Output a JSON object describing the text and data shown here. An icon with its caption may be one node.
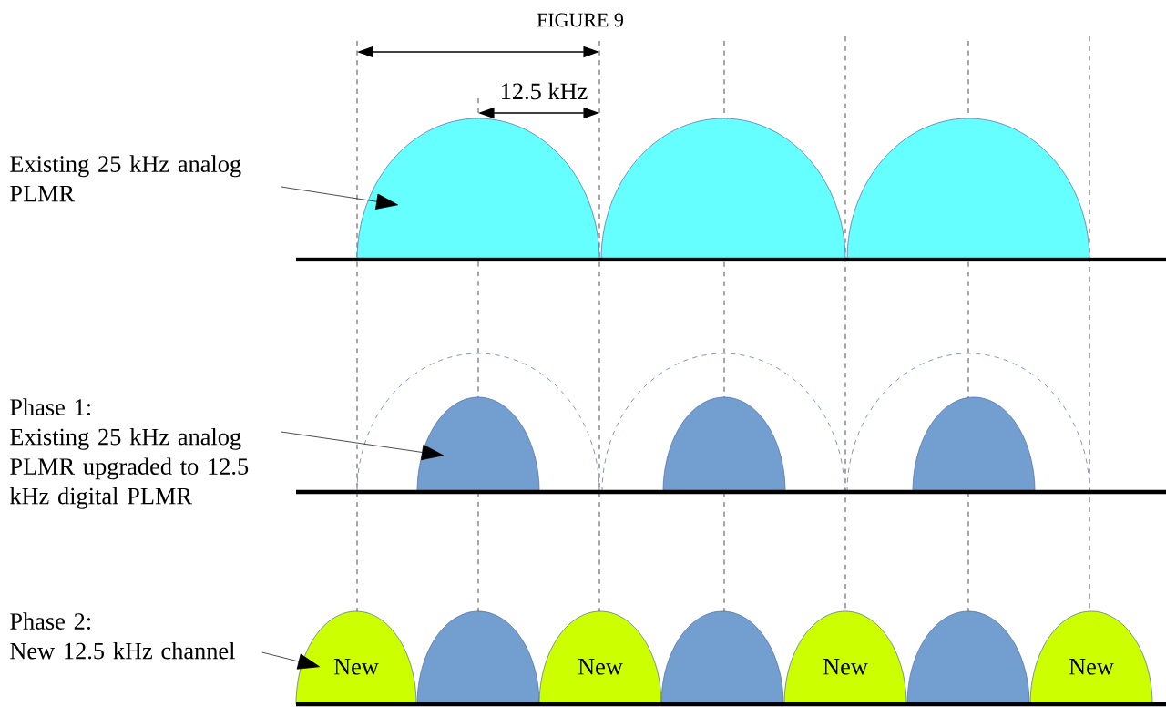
{
  "diagram": {
    "title": "FIGURE 9",
    "nodes": [
      {
        "text": [
          "Existing 25 kHz analog PLMR"
        ]
      },
      {
        "text": [],
        "shape": "dome"
      },
      {
        "text": [],
        "shape": "dome"
      },
      {
        "text": [],
        "shape": "dome"
      },
      {
        "text": [
          "Phase 1:",
          "Existing 25 kHz analog PLMR upgraded to 12.5 kHz digital PLMR"
        ]
      },
      {
        "text": [],
        "shape": "dome"
      },
      {
        "text": [],
        "shape": "dome"
      },
      {
        "text": [],
        "shape": "dome"
      },
      {
        "text": [
          "Phase 2:",
          "New 12.5 kHz channel"
        ]
      },
      {
        "text": [
          "New"
        ]
      },
      {
        "text": [],
        "shape": "dome"
      },
      {
        "text": [
          "New"
        ]
      },
      {
        "text": [],
        "shape": "dome"
      },
      {
        "text": [
          "New"
        ]
      },
      {
        "text": [],
        "shape": "dome"
      },
      {
        "text": [
          "New"
        ]
      }
    ],
    "edges": [
      {
        "from": 0,
        "to": 1,
        "arrow": "to"
      },
      {
        "from": 4,
        "to": 5,
        "arrow": "to"
      },
      {
        "from": 8,
        "to": 9,
        "arrow": "to"
      }
    ],
    "labels": [
      "12.5 kHz"
    ]
  }
}
